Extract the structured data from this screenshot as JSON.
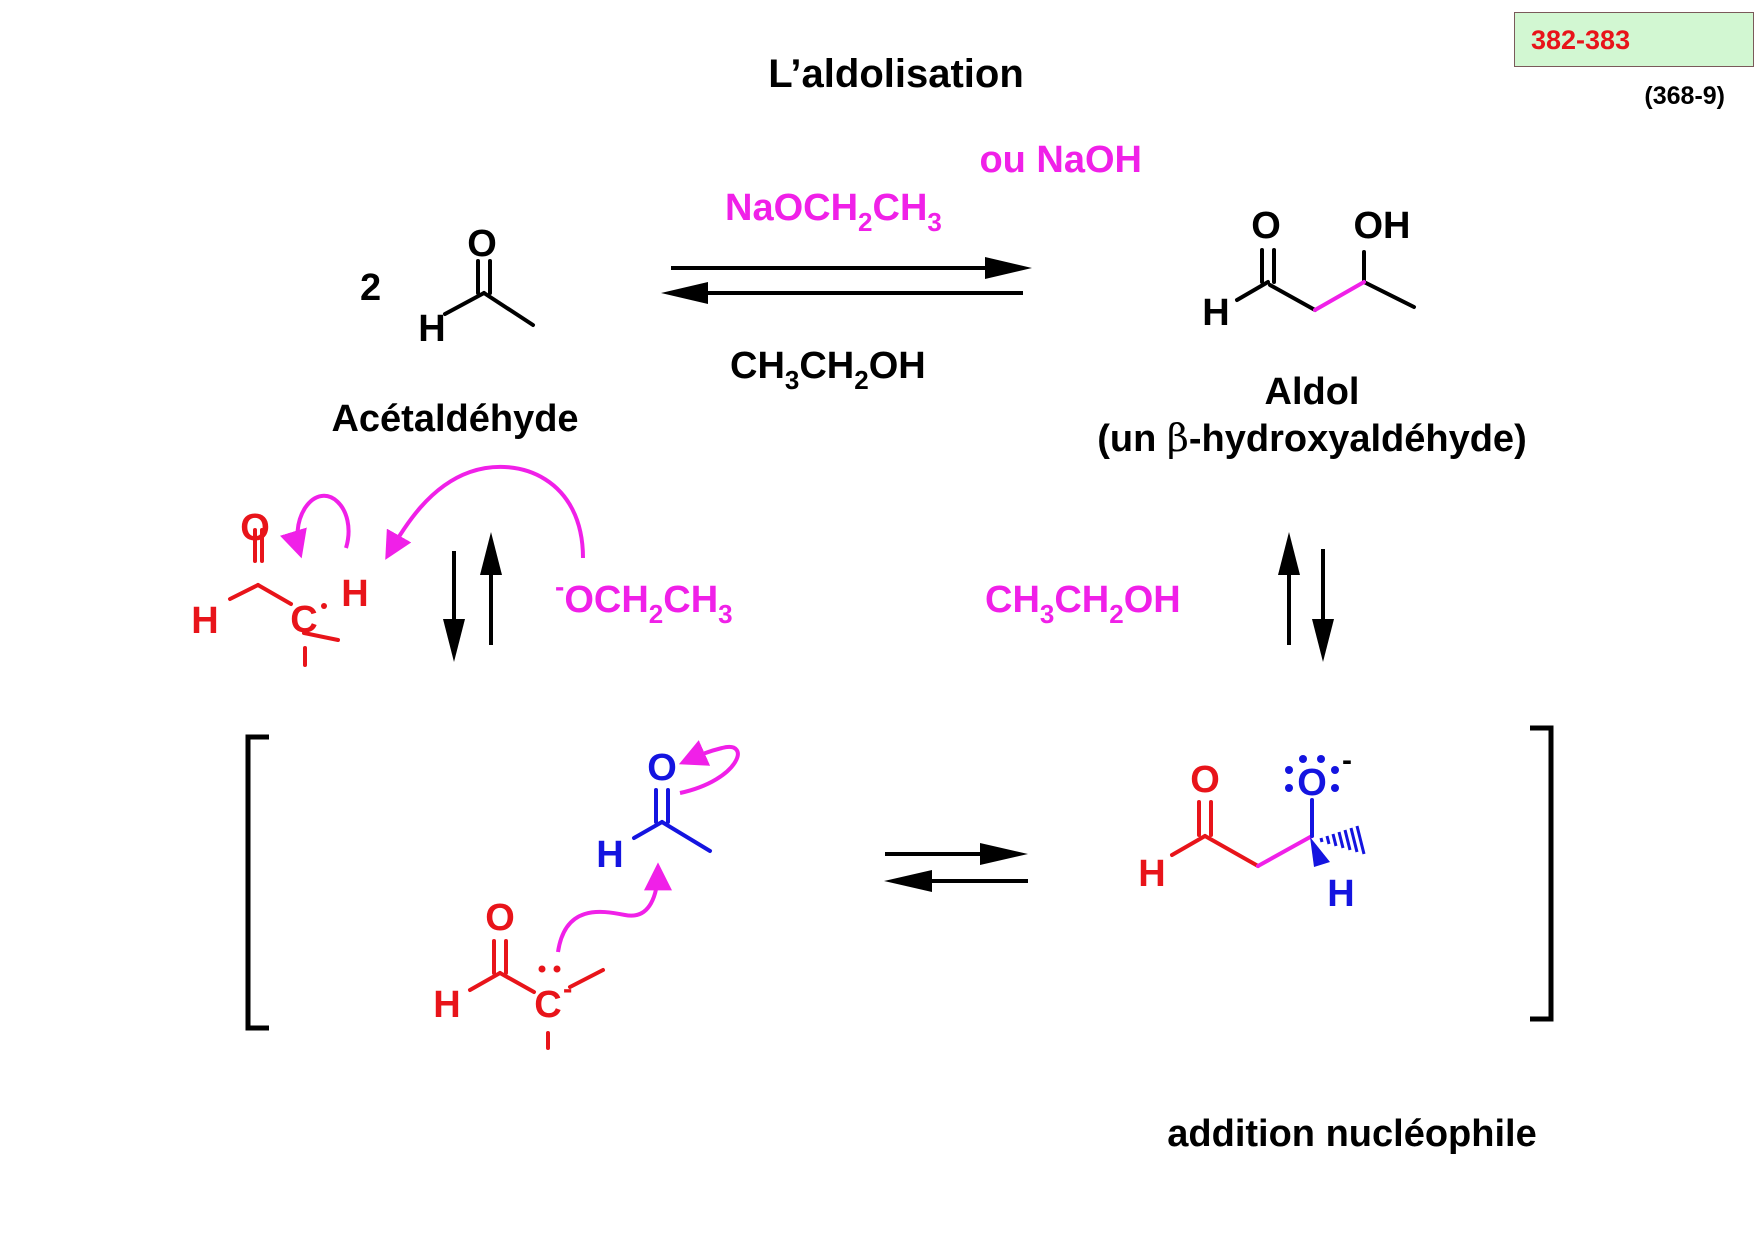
{
  "title": "L’aldolisation",
  "page_ref": "382-383",
  "page_ref_alt": "(368-9)",
  "colors": {
    "black": "#000000",
    "red": "#e8141a",
    "blue": "#1414e0",
    "magenta": "#f020e8",
    "page_ref_bg": "#d2f7d2"
  },
  "top_reaction": {
    "coefficient": "2",
    "reactant": {
      "atoms": {
        "o": "O",
        "h": "H"
      },
      "name": "Acétaldéhyde"
    },
    "reagent_main": {
      "base": "NaOCH",
      "sub1": "2",
      "mid": "CH",
      "sub2": "3"
    },
    "reagent_alt": "ou NaOH",
    "solvent": {
      "base": "CH",
      "sub1": "3",
      "mid": "CH",
      "sub2": "2",
      "end": "OH"
    },
    "product": {
      "atoms": {
        "o": "O",
        "oh": "OH",
        "h": "H"
      },
      "name": "Aldol",
      "description": {
        "before": "(un ",
        "greek": "β",
        "after": "-hydroxyaldéhyde)"
      }
    }
  },
  "mechanism": {
    "deprotonation": {
      "atoms": {
        "o": "O",
        "h": "H",
        "c": "C",
        "h2": "H"
      },
      "base": {
        "charge": "-",
        "base": "OCH",
        "sub1": "2",
        "mid": "CH",
        "sub2": "3"
      }
    },
    "protonation": {
      "solvent": {
        "base": "CH",
        "sub1": "3",
        "mid": "CH",
        "sub2": "2",
        "end": "OH"
      }
    },
    "enolate": {
      "atoms": {
        "o": "O",
        "h": "H",
        "c": "C",
        "charge": "-"
      }
    },
    "acceptor": {
      "atoms": {
        "o": "O",
        "h": "H"
      }
    },
    "alkoxide": {
      "atoms": {
        "o": "O",
        "h": "H",
        "o_minus": "O",
        "charge": "-",
        "h2": "H"
      }
    },
    "step_label": "addition nucléophile"
  }
}
